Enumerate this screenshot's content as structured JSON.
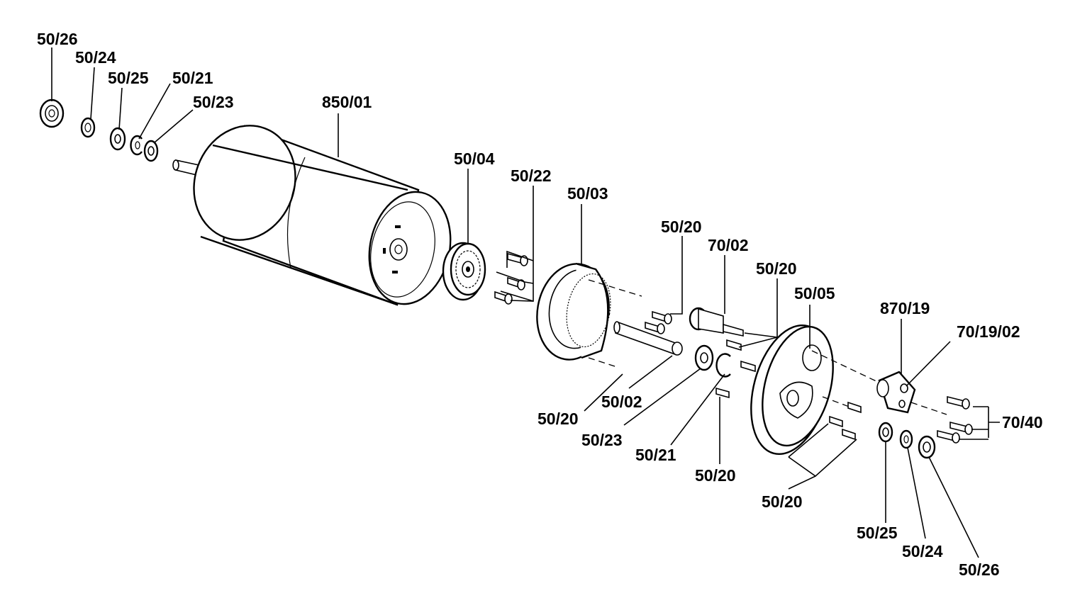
{
  "labels": {
    "l_50_26_top": "50/26",
    "l_50_24_top": "50/24",
    "l_50_25_top": "50/25",
    "l_50_21_top": "50/21",
    "l_50_23_top": "50/23",
    "l_850_01": "850/01",
    "l_50_04": "50/04",
    "l_50_22": "50/22",
    "l_50_03": "50/03",
    "l_50_20_a": "50/20",
    "l_70_02": "70/02",
    "l_50_20_b": "50/20",
    "l_50_05": "50/05",
    "l_870_19": "870/19",
    "l_70_19_02": "70/19/02",
    "l_70_40": "70/40",
    "l_50_20_c": "50/20",
    "l_50_02": "50/02",
    "l_50_23_bot": "50/23",
    "l_50_21_bot": "50/21",
    "l_50_20_d": "50/20",
    "l_50_20_e": "50/20",
    "l_50_25_bot": "50/25",
    "l_50_24_bot": "50/24",
    "l_50_26_bot": "50/26"
  }
}
